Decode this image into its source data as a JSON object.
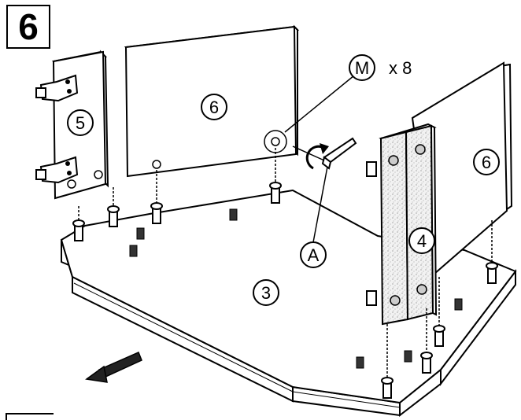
{
  "step": {
    "number": "6"
  },
  "hardware": {
    "callout": "M",
    "quantity": "x 8"
  },
  "tool": {
    "label": "A"
  },
  "parts": {
    "base": "3",
    "left_panel": "5",
    "back_panel": "6",
    "divider": "4",
    "right_panel": "6"
  },
  "icons": [
    "step-number",
    "hinge-icon",
    "cam-dowel-icon",
    "allen-key-icon",
    "rotation-arrow-icon",
    "direction-arrow-icon"
  ]
}
